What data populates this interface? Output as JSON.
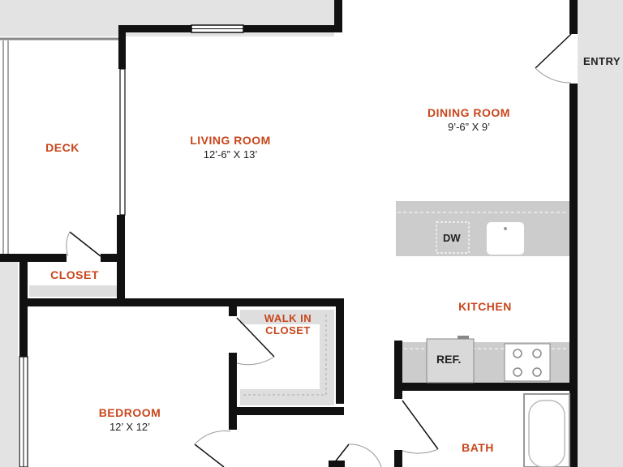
{
  "rooms": {
    "deck": {
      "name": "DECK"
    },
    "living": {
      "name": "LIVING ROOM",
      "dim": "12’-6” X 13’"
    },
    "dining": {
      "name": "DINING ROOM",
      "dim": "9’-6” X 9’"
    },
    "closet": {
      "name": "CLOSET"
    },
    "walkin_line1": "WALK IN",
    "walkin_line2": "CLOSET",
    "kitchen": {
      "name": "KITCHEN"
    },
    "bedroom": {
      "name": "BEDROOM",
      "dim": "12’ X 12’"
    },
    "bath": {
      "name": "BATH"
    }
  },
  "entry": "ENTRY",
  "appliances": {
    "dishwasher": "DW",
    "refrigerator": "REF."
  },
  "colors": {
    "wall": "#111111",
    "label": "#c8461c",
    "shade": "#e0e0e0",
    "counter": "#cccccc"
  }
}
